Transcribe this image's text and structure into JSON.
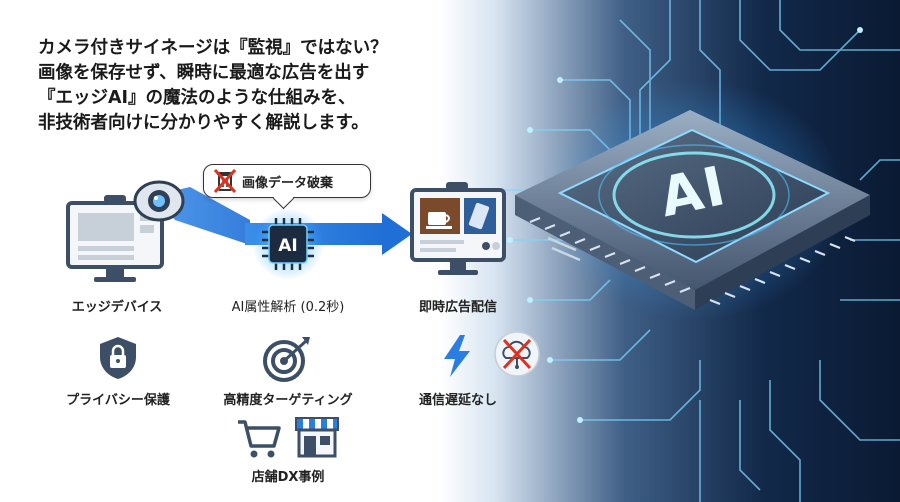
{
  "headline": {
    "line1": "カメラ付きサイネージは『監視』ではない？",
    "line2": "画像を保存せず、瞬時に最適な広告を出す",
    "line3": "『エッジAI』の魔法のような仕組みを、",
    "line4": "非技術者向けに分かりやすく解説します。"
  },
  "flow": {
    "edge_device": "エッジデバイス",
    "ai_analysis": "AI属性解析 (0.2秒)",
    "instant_ad": "即時広告配信",
    "ai_chip_text": "AI",
    "bubble_text": "画像データ破棄"
  },
  "benefits": {
    "privacy": "プライバシー保護",
    "targeting": "高精度ターゲティング",
    "no_latency": "通信遅延なし",
    "store_dx": "店舗DX事例"
  },
  "hero_chip_text": "AI",
  "colors": {
    "accent": "#2a7de1",
    "glow": "#5fc8ff",
    "dark_bg": "#0a1a33",
    "icon_gray": "#3d4f66",
    "danger": "#e0301e"
  }
}
